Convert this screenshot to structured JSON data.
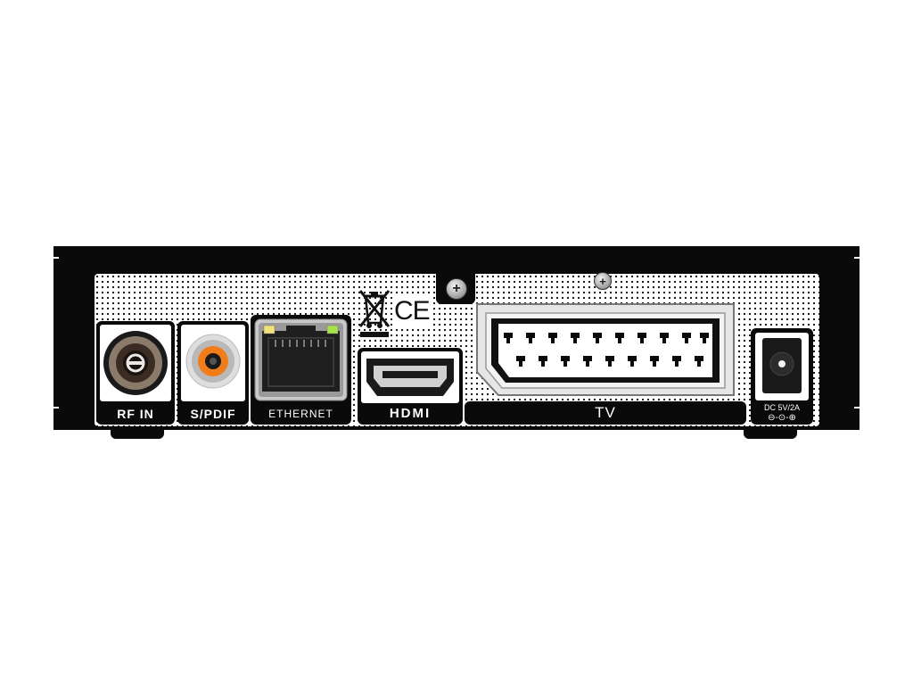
{
  "ports": {
    "rf_in": "RF IN",
    "spdif": "S/PDIF",
    "ethernet": "ETHERNET",
    "hdmi": "HDMI",
    "tv": "TV",
    "dc_rating": "DC 5V/2A",
    "dc_polarity": "⊖-⊙-⊕"
  },
  "markings": {
    "ce": "CE"
  },
  "colors": {
    "spdif_ring": "#f07d1a",
    "led_left": "#f2e27a",
    "led_right": "#a6e34a",
    "body": "#0a0a0a"
  },
  "icons": [
    "weee-bin-icon",
    "screw-icon",
    "coax-connector-icon",
    "rca-connector-icon",
    "rj45-port-icon",
    "hdmi-port-icon",
    "scart-connector-icon",
    "dc-jack-icon"
  ]
}
